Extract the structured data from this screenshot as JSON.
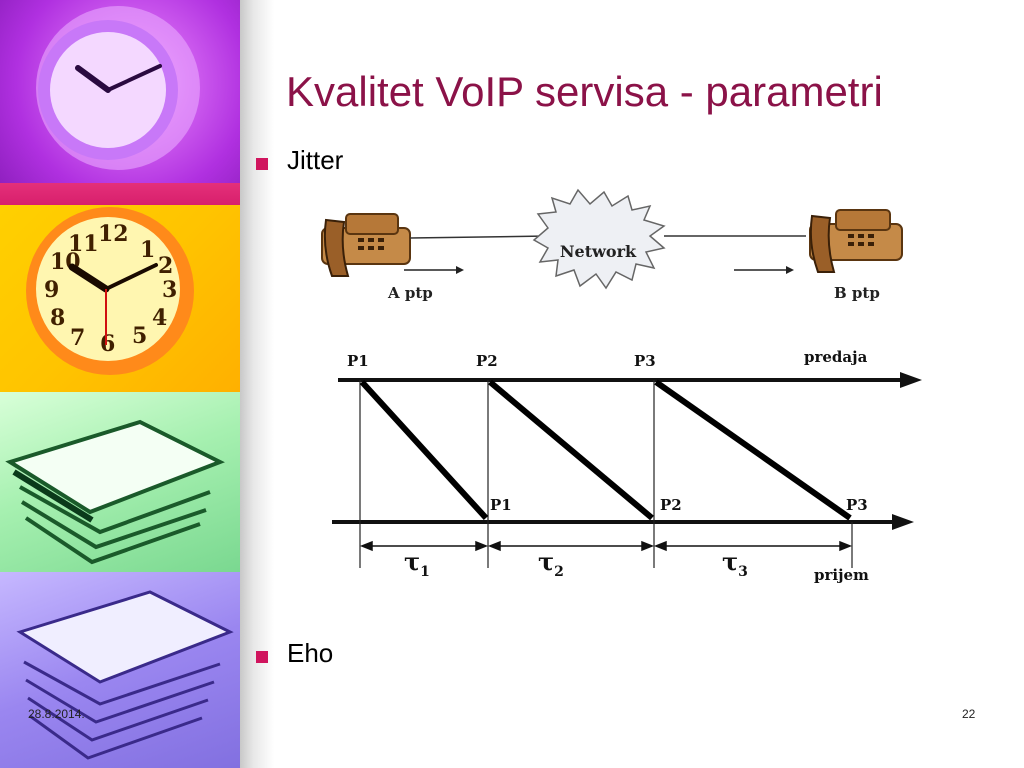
{
  "slide": {
    "title": "Kvalitet VoIP servisa - parametri",
    "bullets": [
      "Jitter",
      "Eho"
    ],
    "date": "28.8.2014.",
    "page_number": "22"
  },
  "diagram": {
    "network_label": "Network",
    "a_label": "A ptp",
    "b_label": "B ptp",
    "send_packets": [
      "P1",
      "P2",
      "P3"
    ],
    "recv_packets": [
      "P1",
      "P2",
      "P3"
    ],
    "send_axis_label": "predaja",
    "recv_axis_label": "prijem",
    "delays": [
      {
        "sym": "τ",
        "sub": "1"
      },
      {
        "sym": "τ",
        "sub": "2"
      },
      {
        "sym": "τ",
        "sub": "3"
      }
    ]
  },
  "colors": {
    "accent": "#8b1248",
    "bullet": "#d0155e"
  },
  "icons": [
    "clock-icon",
    "clock-icon",
    "papers-icon",
    "papers-icon",
    "telephone-icon",
    "telephone-icon"
  ]
}
